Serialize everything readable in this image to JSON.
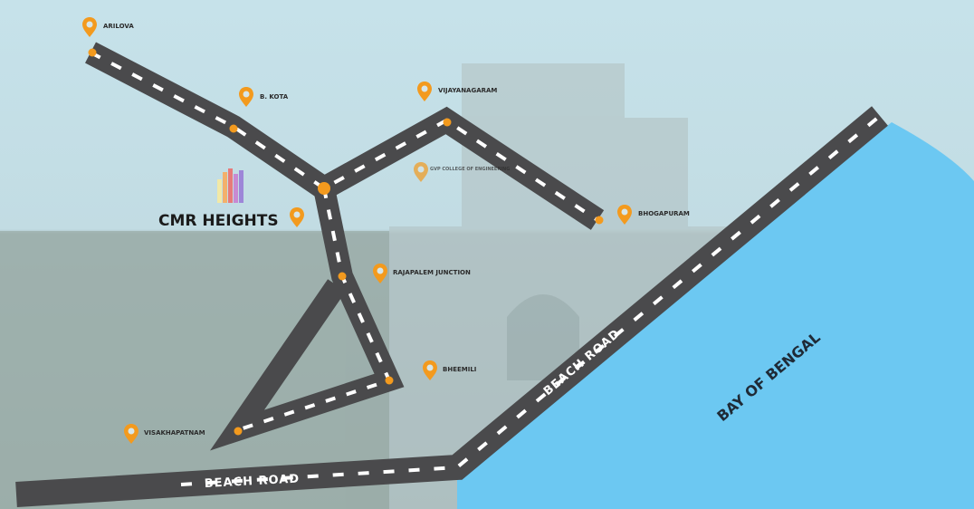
{
  "map": {
    "project": {
      "name": "CMR HEIGHTS"
    },
    "places": [
      {
        "id": "p1",
        "label": "ARILOVA"
      },
      {
        "id": "p2",
        "label": "B. KOTA"
      },
      {
        "id": "p3",
        "label": "VIJAYANAGARAM"
      },
      {
        "id": "p4",
        "label": "GVP COLLEGE OF ENGINEERING"
      },
      {
        "id": "p5",
        "label": "BHOGAPURAM"
      },
      {
        "id": "p6",
        "label": "RAJAPALEM JUNCTION"
      },
      {
        "id": "p7",
        "label": "BHEEMILI"
      },
      {
        "id": "p8",
        "label": "VISAKHAPATNAM"
      }
    ],
    "roads": {
      "beach_road_1": "BEACH ROAD",
      "beach_road_2": "BEACH ROAD"
    },
    "sea": {
      "label": "BAY OF BENGAL"
    },
    "colors": {
      "road": "#4a4a4c",
      "marker": "#f39a1e",
      "sea": "#6cc8f2",
      "sky": "#c4e0e8"
    }
  }
}
